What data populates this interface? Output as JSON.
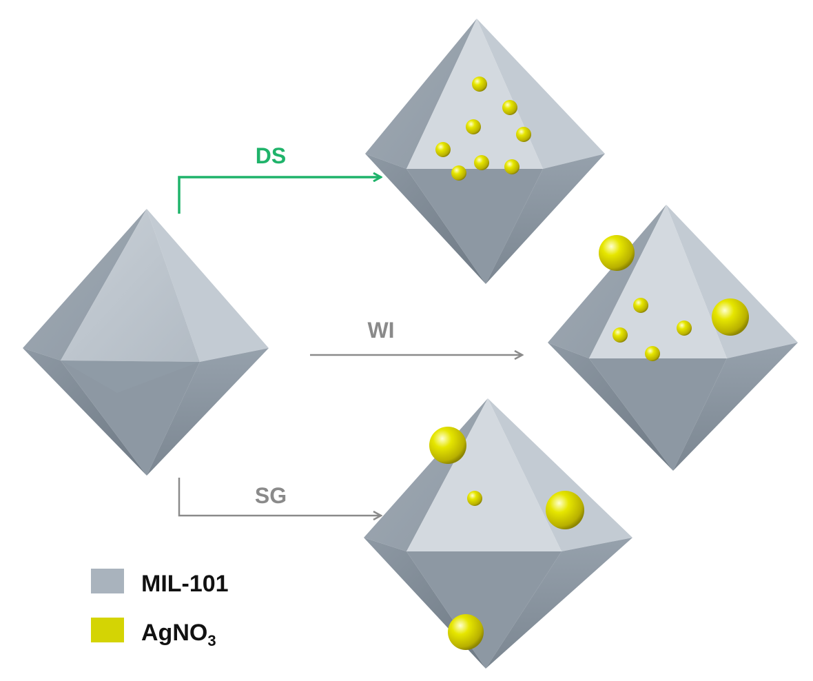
{
  "routes": {
    "ds": {
      "label": "DS",
      "color": "#1fb36a"
    },
    "wi": {
      "label": "WI",
      "color": "#8a8a8a"
    },
    "sg": {
      "label": "SG",
      "color": "#8a8a8a"
    }
  },
  "legend": {
    "mil": {
      "label": "MIL-101",
      "color": "#a9b3bd"
    },
    "ag": {
      "label": "AgNO",
      "sub": "3",
      "color": "#d4d404"
    }
  },
  "colors": {
    "face_light": "#c4ccd4",
    "face_mid": "#a9b3bd",
    "face_dark": "#7d8893",
    "face_deep": "#636e79",
    "particle": "#d9d900"
  }
}
